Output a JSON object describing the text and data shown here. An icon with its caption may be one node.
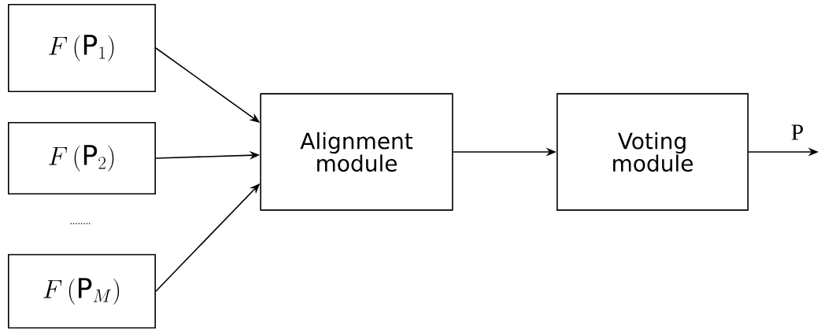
{
  "diagram": {
    "nodes": [
      {
        "text": [
          "F\\left(\\mathrm{P}_{1}\\right)"
        ]
      },
      {
        "text": [
          "F\\left(\\mathrm{P}_{2}\\right)"
        ]
      },
      {
        "text": [
          "F\\left(\\mathrm{P}_{M}\\right)"
        ]
      },
      {
        "text": [
          "Alignment module"
        ]
      },
      {
        "text": [
          "Voting module"
        ]
      }
    ],
    "edges": [
      {
        "from": 0,
        "to": 3,
        "arrow": "to"
      },
      {
        "from": 1,
        "to": 3,
        "arrow": "to"
      },
      {
        "from": 2,
        "to": 3,
        "arrow": "to"
      },
      {
        "from": 3,
        "to": 4,
        "arrow": "to"
      },
      {
        "from": 4,
        "to": null,
        "arrow": "to",
        "label": "P"
      }
    ],
    "labels": [
      "........"
    ]
  }
}
